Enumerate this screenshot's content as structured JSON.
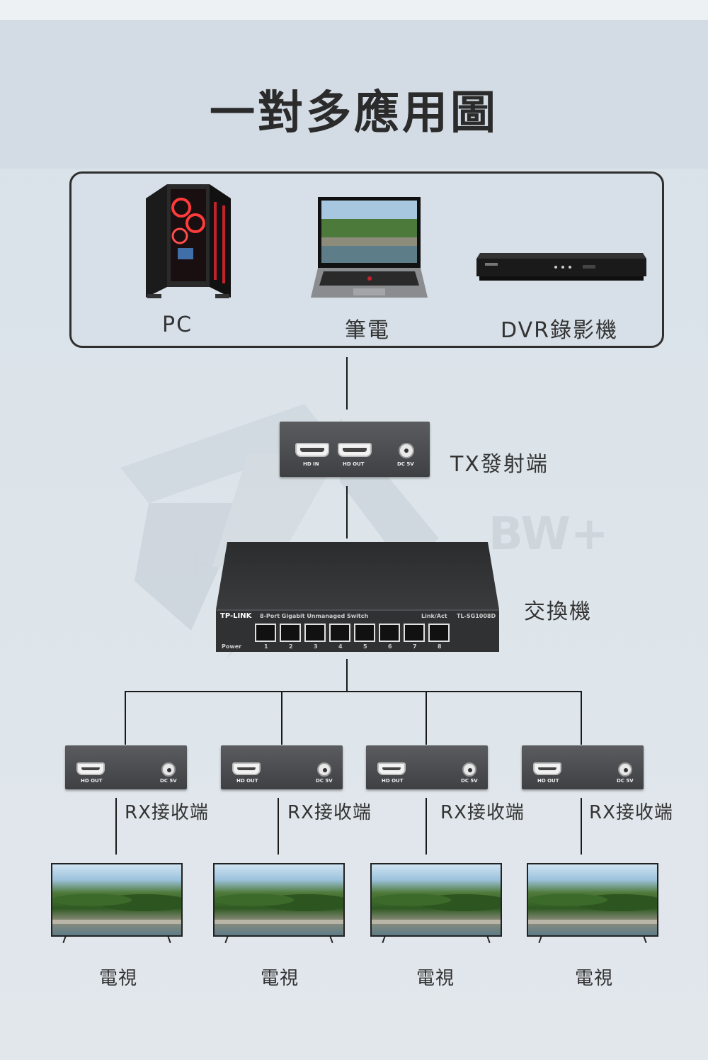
{
  "title": "一對多應用圖",
  "sources": {
    "items": [
      {
        "label": "PC",
        "icon": "pc-tower-icon"
      },
      {
        "label": "筆電",
        "icon": "laptop-icon"
      },
      {
        "label": "DVR錄影機",
        "icon": "dvr-icon"
      }
    ]
  },
  "transmitter": {
    "label": "TX發射端",
    "ports": [
      "HD IN",
      "HD OUT",
      "DC 5V"
    ]
  },
  "switch": {
    "label": "交換機",
    "brand": "TP-LINK",
    "desc": "8-Port Gigabit Unmanaged Switch",
    "model": "TL-SG1008D",
    "status": "Link/Act",
    "power": "Power",
    "port_numbers": [
      "1",
      "2",
      "3",
      "4",
      "5",
      "6",
      "7",
      "8"
    ]
  },
  "receivers": {
    "label": "RX接收端",
    "ports": [
      "HD OUT",
      "DC 5V"
    ],
    "count": 4
  },
  "tvs": {
    "label": "電視",
    "count": 4
  },
  "watermark": {
    "text": "BW+"
  }
}
